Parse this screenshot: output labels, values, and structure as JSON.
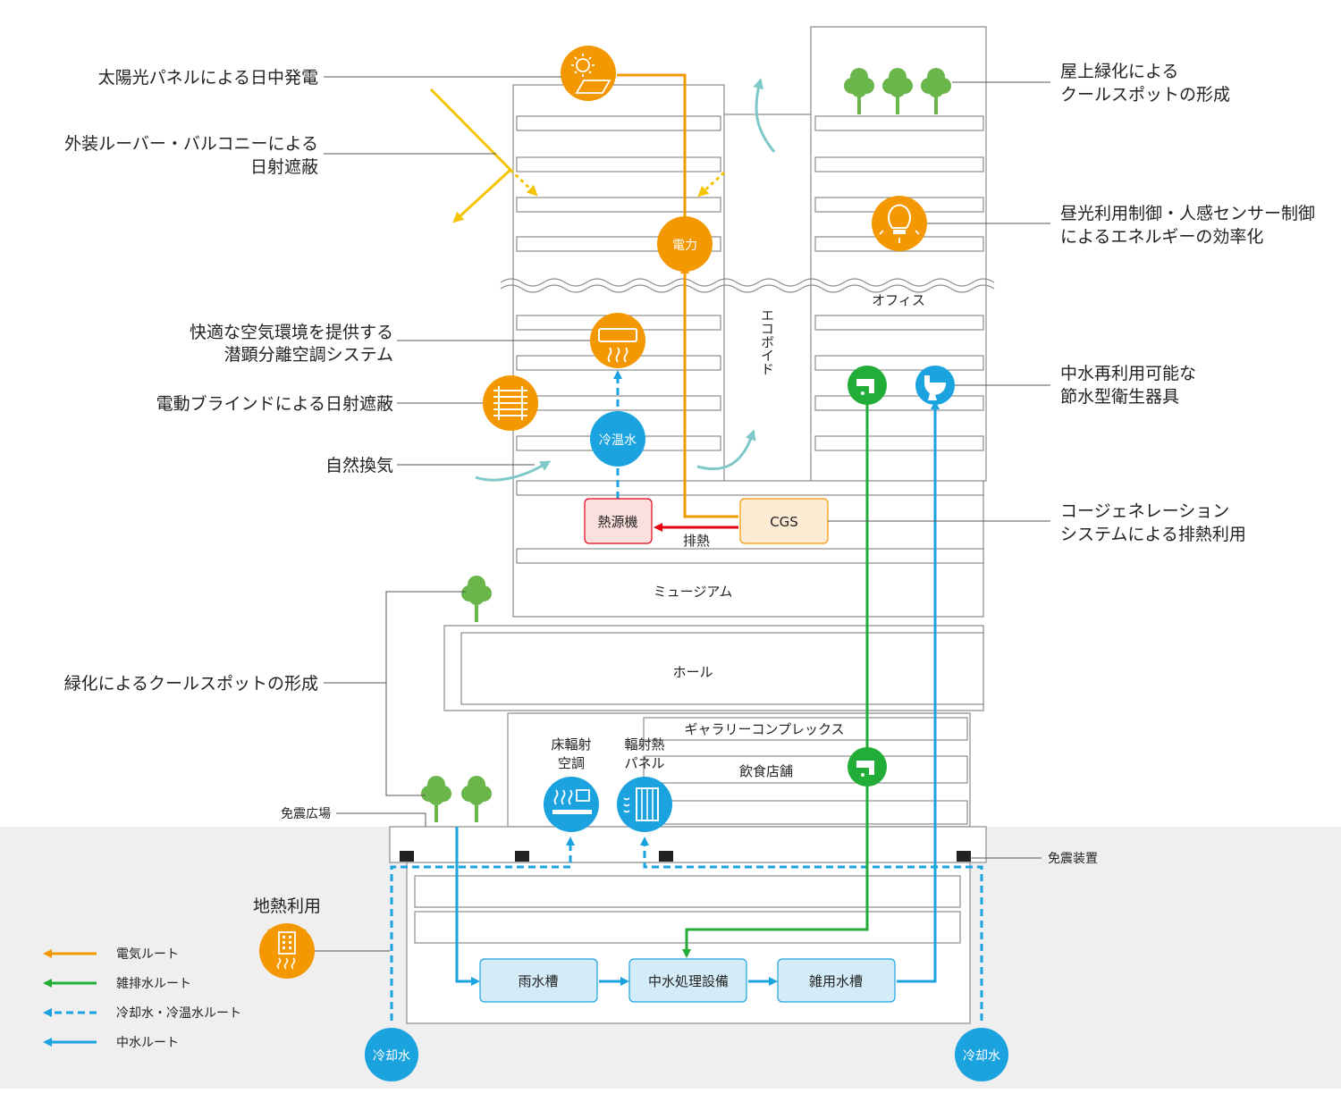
{
  "callouts": {
    "solar": "太陽光パネルによる日中発電",
    "louver_1": "外装ルーバー・バルコニーによる",
    "louver_2": "日射遮蔽",
    "latent_1": "快適な空気環境を提供する",
    "latent_2": "潜顕分離空調システム",
    "blind": "電動ブラインドによる日射遮蔽",
    "natural_vent": "自然換気",
    "greening": "緑化によるクールスポットの形成",
    "rooftop_1": "屋上緑化による",
    "rooftop_2": "クールスポットの形成",
    "daylight_1": "昼光利用制御・人感センサー制御",
    "daylight_2": "によるエネルギーの効率化",
    "water_saving_1": "中水再利用可能な",
    "water_saving_2": "節水型衛生器具",
    "cogen_1": "コージェネレーション",
    "cogen_2": "システムによる排熱利用",
    "seismic_plaza": "免震広場",
    "seismic_device": "免震装置",
    "geothermal": "地熱利用",
    "floor_radiant_1": "床輻射",
    "floor_radiant_2": "空調",
    "radiant_panel_1": "輻射熱",
    "radiant_panel_2": "パネル"
  },
  "spaces": {
    "office": "オフィス",
    "eco_void": "エコボイド",
    "museum": "ミュージアム",
    "hall": "ホール",
    "gallery": "ギャラリーコンプレックス",
    "restaurant": "飲食店舗"
  },
  "nodes": {
    "power": "電力",
    "cold_hot_water": "冷温水",
    "heat_source": "熱源機",
    "cgs": "CGS",
    "exhaust_heat": "排熱",
    "rain_tank": "雨水槽",
    "gray_water_plant": "中水処理設備",
    "misc_water_tank": "雑用水槽",
    "cooling_water_left": "冷却水",
    "cooling_water_right": "冷却水"
  },
  "legend": [
    {
      "label": "電気ルート",
      "color": "#f39800",
      "style": "solid"
    },
    {
      "label": "雑排水ルート",
      "color": "#22ac38",
      "style": "solid"
    },
    {
      "label": "冷却水・冷温水ルート",
      "color": "#1aa3de",
      "style": "dashed"
    },
    {
      "label": "中水ルート",
      "color": "#1aa3de",
      "style": "solid"
    }
  ],
  "colors": {
    "electric": "#f39800",
    "drain": "#22ac38",
    "water": "#1aa3de",
    "exhaust": "#e60012",
    "wind": "#7ec8c8",
    "sun": "#f5c400",
    "tree": "#6ab64b",
    "ground": "#efefef"
  },
  "icons": [
    "sun-panel-icon",
    "light-bulb-icon",
    "aircon-icon",
    "blind-icon",
    "faucet-icon",
    "toilet-icon",
    "floor-radiant-icon",
    "radiant-panel-icon",
    "geothermal-icon",
    "tree-icon"
  ]
}
